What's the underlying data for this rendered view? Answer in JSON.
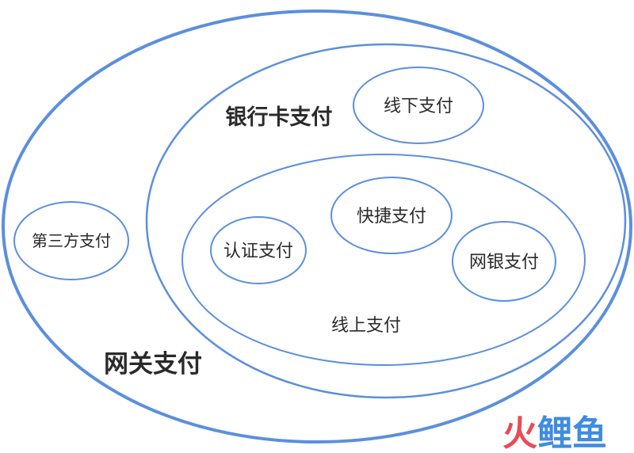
{
  "diagram": {
    "outer": {
      "label": "网关支付"
    },
    "bank_card": {
      "label": "银行卡支付"
    },
    "offline": {
      "label": "线下支付"
    },
    "online": {
      "label": "线上支付"
    },
    "quick_pay": {
      "label": "快捷支付"
    },
    "auth_pay": {
      "label": "认证支付"
    },
    "netbank_pay": {
      "label": "网银支付"
    },
    "third_party": {
      "label": "第三方支付"
    }
  },
  "watermark": {
    "text": "火鲤鱼"
  },
  "colors": {
    "stroke": "#5b8fde",
    "text": "#2a2a2a",
    "watermark_red": "#e84b57",
    "watermark_blue": "#3f8ce0"
  }
}
